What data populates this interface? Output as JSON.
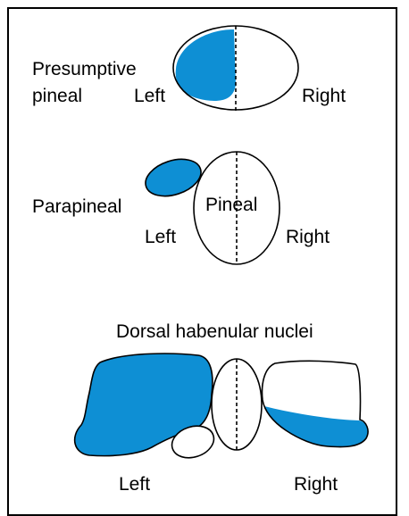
{
  "colors": {
    "accent": "#0e8fd4",
    "outline": "#000000",
    "background": "#ffffff"
  },
  "panel_top": {
    "label": "Presumptive\npineal",
    "label_line1": "Presumptive",
    "label_line2": "pineal",
    "left": "Left",
    "right": "Right"
  },
  "panel_middle": {
    "parapineal": "Parapineal",
    "pineal": "Pineal",
    "left": "Left",
    "right": "Right"
  },
  "panel_bottom": {
    "title": "Dorsal habenular nuclei",
    "left": "Left",
    "right": "Right"
  }
}
